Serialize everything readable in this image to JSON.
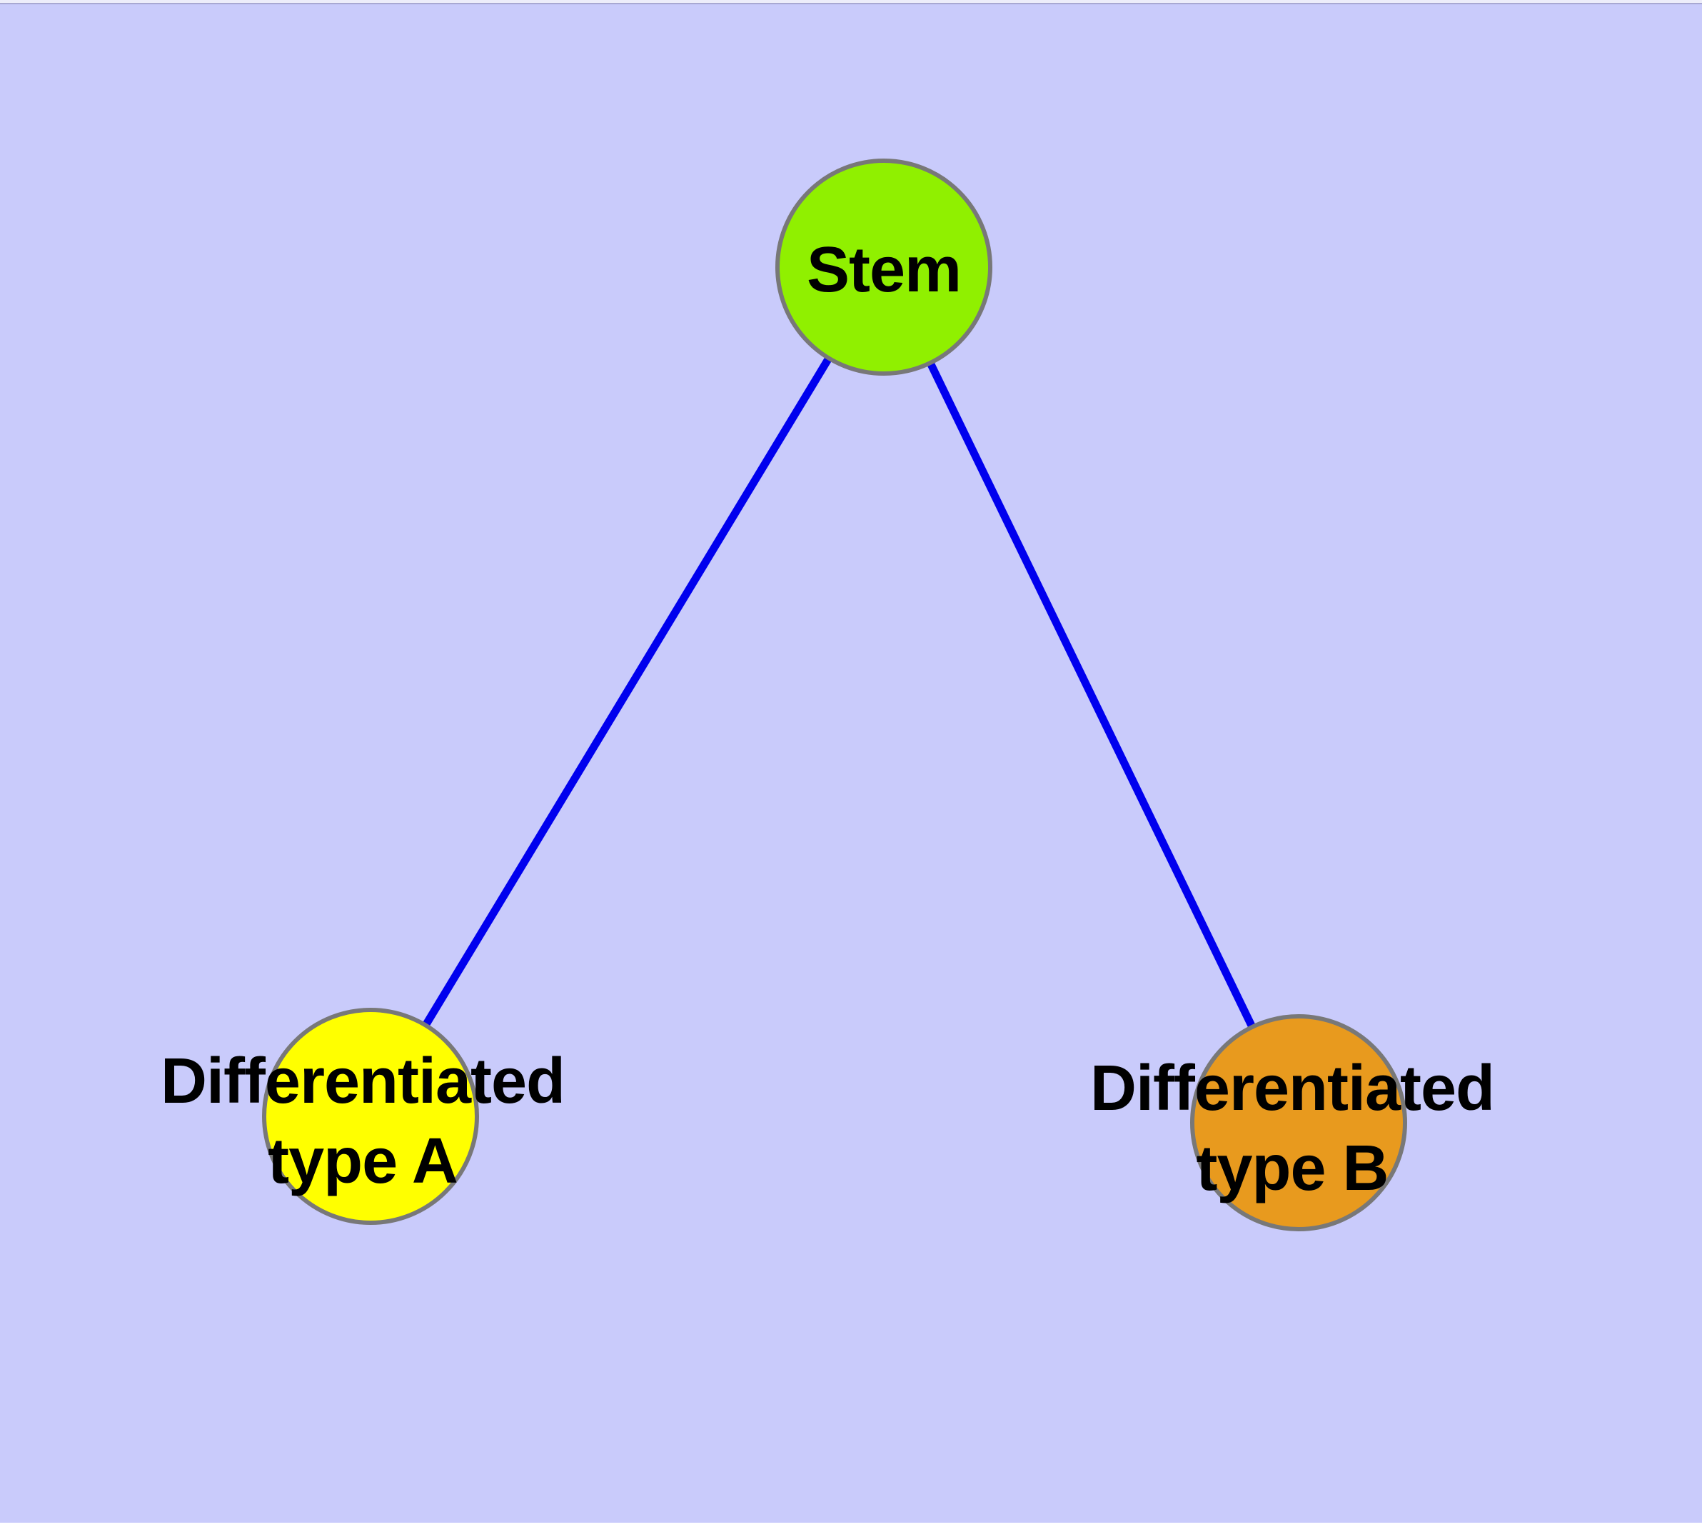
{
  "diagram": {
    "type": "graph",
    "background_color": "#C9CBFB",
    "edge_color": "#0000EE",
    "node_border_color": "#787878",
    "label_color": "#000000",
    "nodes": [
      {
        "id": "stem",
        "lines": [
          "Stem"
        ],
        "label": "Stem",
        "fill": "#90F000"
      },
      {
        "id": "diff-a",
        "lines": [
          "Differentiated",
          "type A"
        ],
        "label": "Differentiated type A",
        "fill": "#FFFF00"
      },
      {
        "id": "diff-b",
        "lines": [
          "Differentiated",
          "type B"
        ],
        "label": "Differentiated type B",
        "fill": "#E89A1E"
      }
    ],
    "edges": [
      {
        "from": "stem",
        "to": "diff-a",
        "color": "#0000EE"
      },
      {
        "from": "stem",
        "to": "diff-b",
        "color": "#0000EE"
      }
    ]
  }
}
